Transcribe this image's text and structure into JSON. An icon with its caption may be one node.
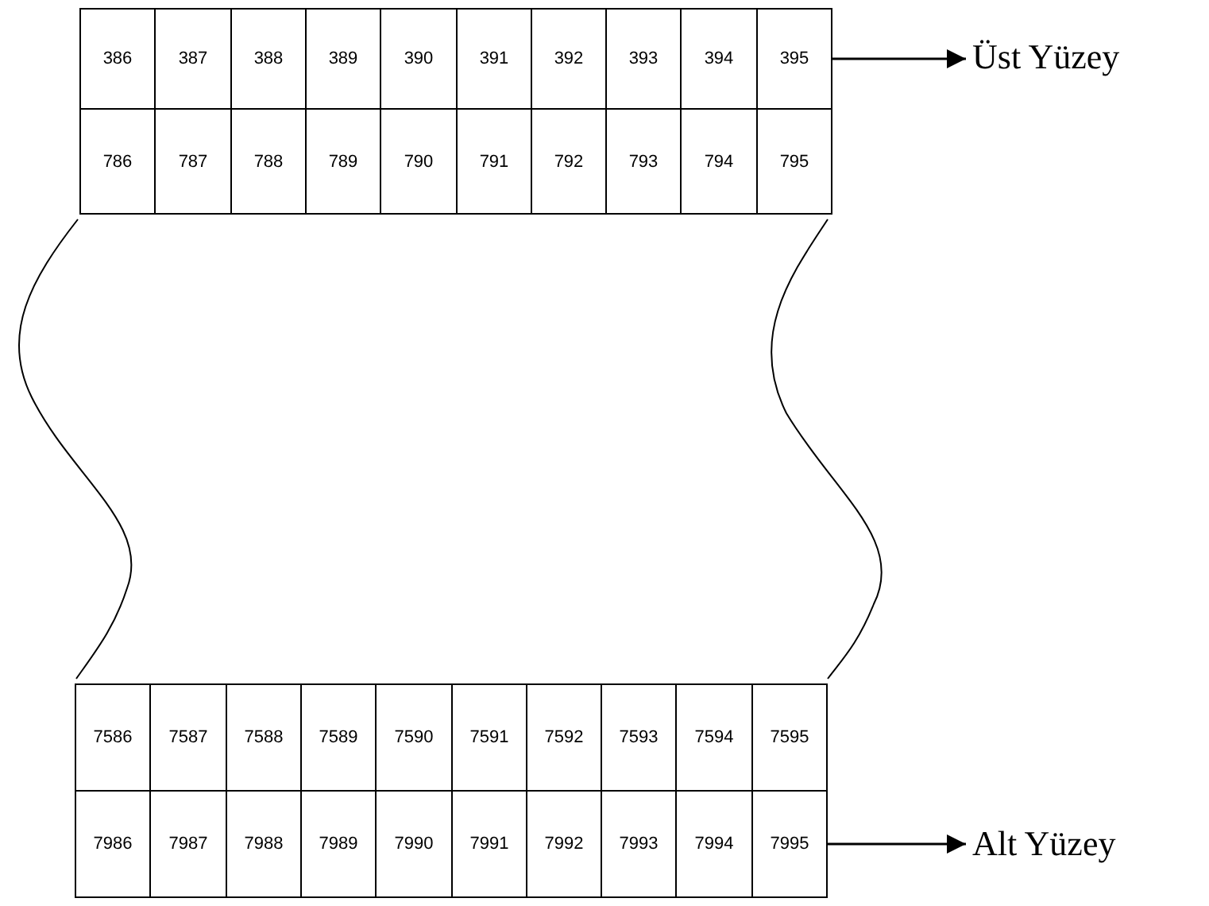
{
  "diagram": {
    "nodes": [
      {
        "text": [
          "386"
        ]
      },
      {
        "text": [
          "387"
        ]
      },
      {
        "text": [
          "388"
        ]
      },
      {
        "text": [
          "389"
        ]
      },
      {
        "text": [
          "390"
        ]
      },
      {
        "text": [
          "391"
        ]
      },
      {
        "text": [
          "392"
        ]
      },
      {
        "text": [
          "393"
        ]
      },
      {
        "text": [
          "394"
        ]
      },
      {
        "text": [
          "395"
        ]
      },
      {
        "text": [
          "Üst Yüzey"
        ]
      },
      {
        "text": [
          "786"
        ]
      },
      {
        "text": [
          "787"
        ]
      },
      {
        "text": [
          "788"
        ]
      },
      {
        "text": [
          "789"
        ]
      },
      {
        "text": [
          "790"
        ]
      },
      {
        "text": [
          "791"
        ]
      },
      {
        "text": [
          "792"
        ]
      },
      {
        "text": [
          "793"
        ]
      },
      {
        "text": [
          "794"
        ]
      },
      {
        "text": [
          "795"
        ]
      },
      {
        "text": [
          "7586"
        ]
      },
      {
        "text": [
          "7587"
        ]
      },
      {
        "text": [
          "7588"
        ]
      },
      {
        "text": [
          "7589"
        ]
      },
      {
        "text": [
          "7590"
        ]
      },
      {
        "text": [
          "7591"
        ]
      },
      {
        "text": [
          "7592"
        ]
      },
      {
        "text": [
          "7593"
        ]
      },
      {
        "text": [
          "7594"
        ]
      },
      {
        "text": [
          "7595"
        ]
      },
      {
        "text": [
          "7986"
        ]
      },
      {
        "text": [
          "7987"
        ]
      },
      {
        "text": [
          "7988"
        ]
      },
      {
        "text": [
          "7989"
        ]
      },
      {
        "text": [
          "7990"
        ]
      },
      {
        "text": [
          "7991"
        ]
      },
      {
        "text": [
          "7992"
        ]
      },
      {
        "text": [
          "7993"
        ]
      },
      {
        "text": [
          "7994"
        ]
      },
      {
        "text": [
          "7995"
        ]
      },
      {
        "text": [
          "Alt Yüzey"
        ]
      }
    ],
    "edges": [
      {
        "from": 9,
        "to": 10,
        "arrow": "to"
      },
      {
        "from": 40,
        "to": 41,
        "arrow": "to"
      }
    ]
  }
}
